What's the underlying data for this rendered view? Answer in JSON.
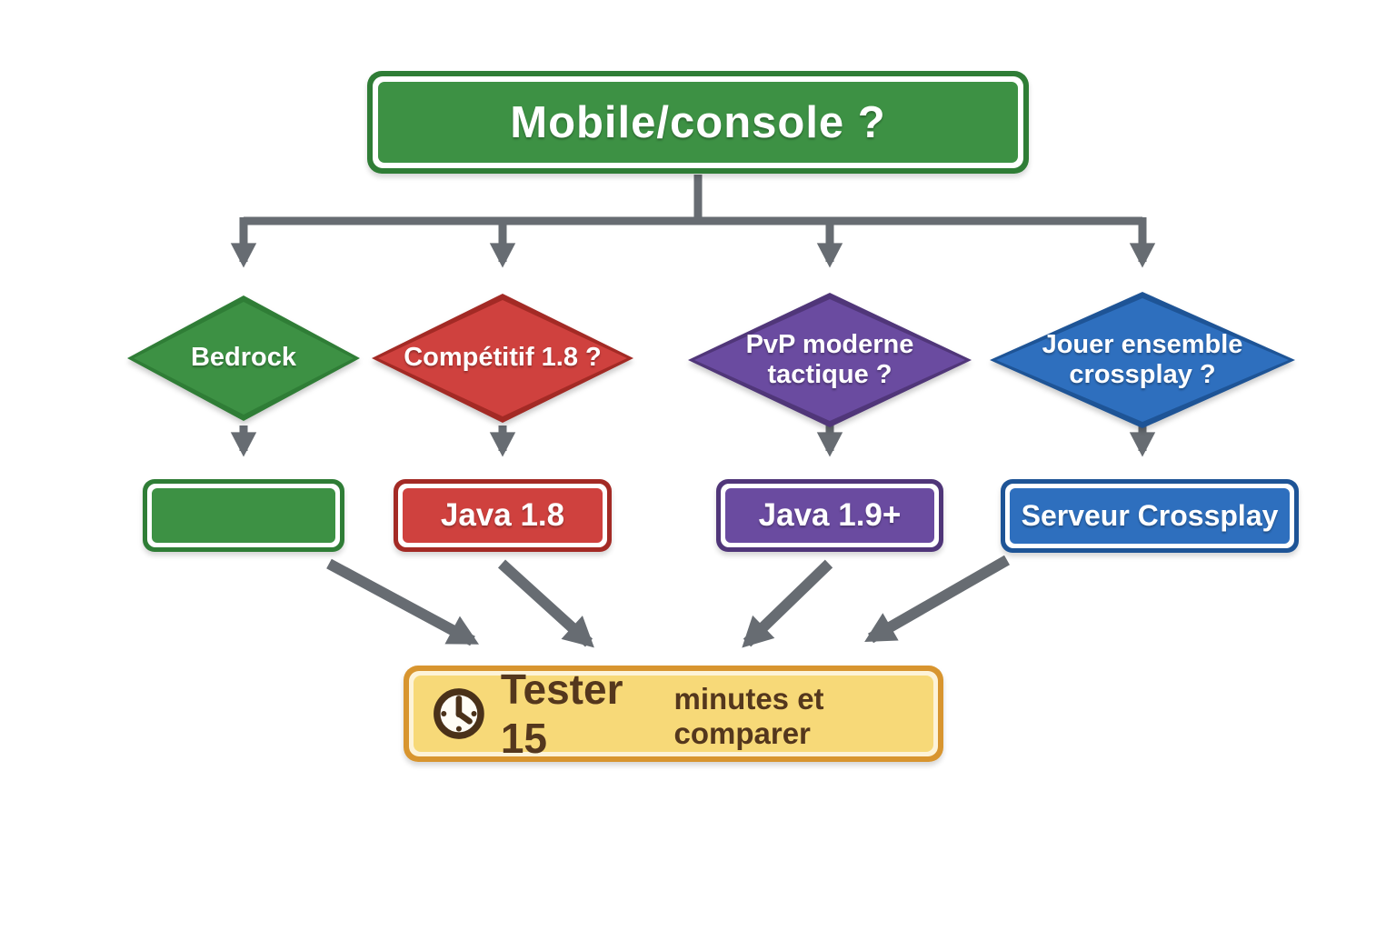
{
  "palette": {
    "arrow_gray": "#676c72",
    "green_fill": "#3d9144",
    "green_border": "#2f7d36",
    "red_fill": "#cf413e",
    "red_border": "#a32a25",
    "purple_fill": "#6a4ba0",
    "purple_border": "#503679",
    "blue_fill": "#2e6fbe",
    "blue_border": "#1e5496",
    "yellow_fill": "#f7d978",
    "yellow_border": "#d8952f",
    "yellow_inner_ring": "#fdf3d8",
    "footer_text_brown": "#54371d",
    "label_white": "#ffffff"
  },
  "root": {
    "label": "Mobile/console ?"
  },
  "branches": [
    {
      "question_line1": "Bedrock",
      "question_line2": "",
      "result": "",
      "color_fill": "#3d9144",
      "color_border": "#2f7d36"
    },
    {
      "question_line1": "Compétitif 1.8 ?",
      "question_line2": "",
      "result": "Java 1.8",
      "color_fill": "#cf413e",
      "color_border": "#a32a25"
    },
    {
      "question_line1": "PvP moderne",
      "question_line2": "tactique ?",
      "result": "Java 1.9+",
      "color_fill": "#6a4ba0",
      "color_border": "#503679"
    },
    {
      "question_line1": "Jouer ensemble",
      "question_line2": "crossplay ?",
      "result": "Serveur Crossplay",
      "color_fill": "#2e6fbe",
      "color_border": "#1e5496"
    }
  ],
  "footer": {
    "highlight": "Tester 15",
    "rest": "minutes et comparer",
    "icon": "clock-icon",
    "fill": "#f7d978",
    "border": "#d8952f",
    "inner_ring": "#fdf3d8",
    "text_color": "#54371d"
  }
}
